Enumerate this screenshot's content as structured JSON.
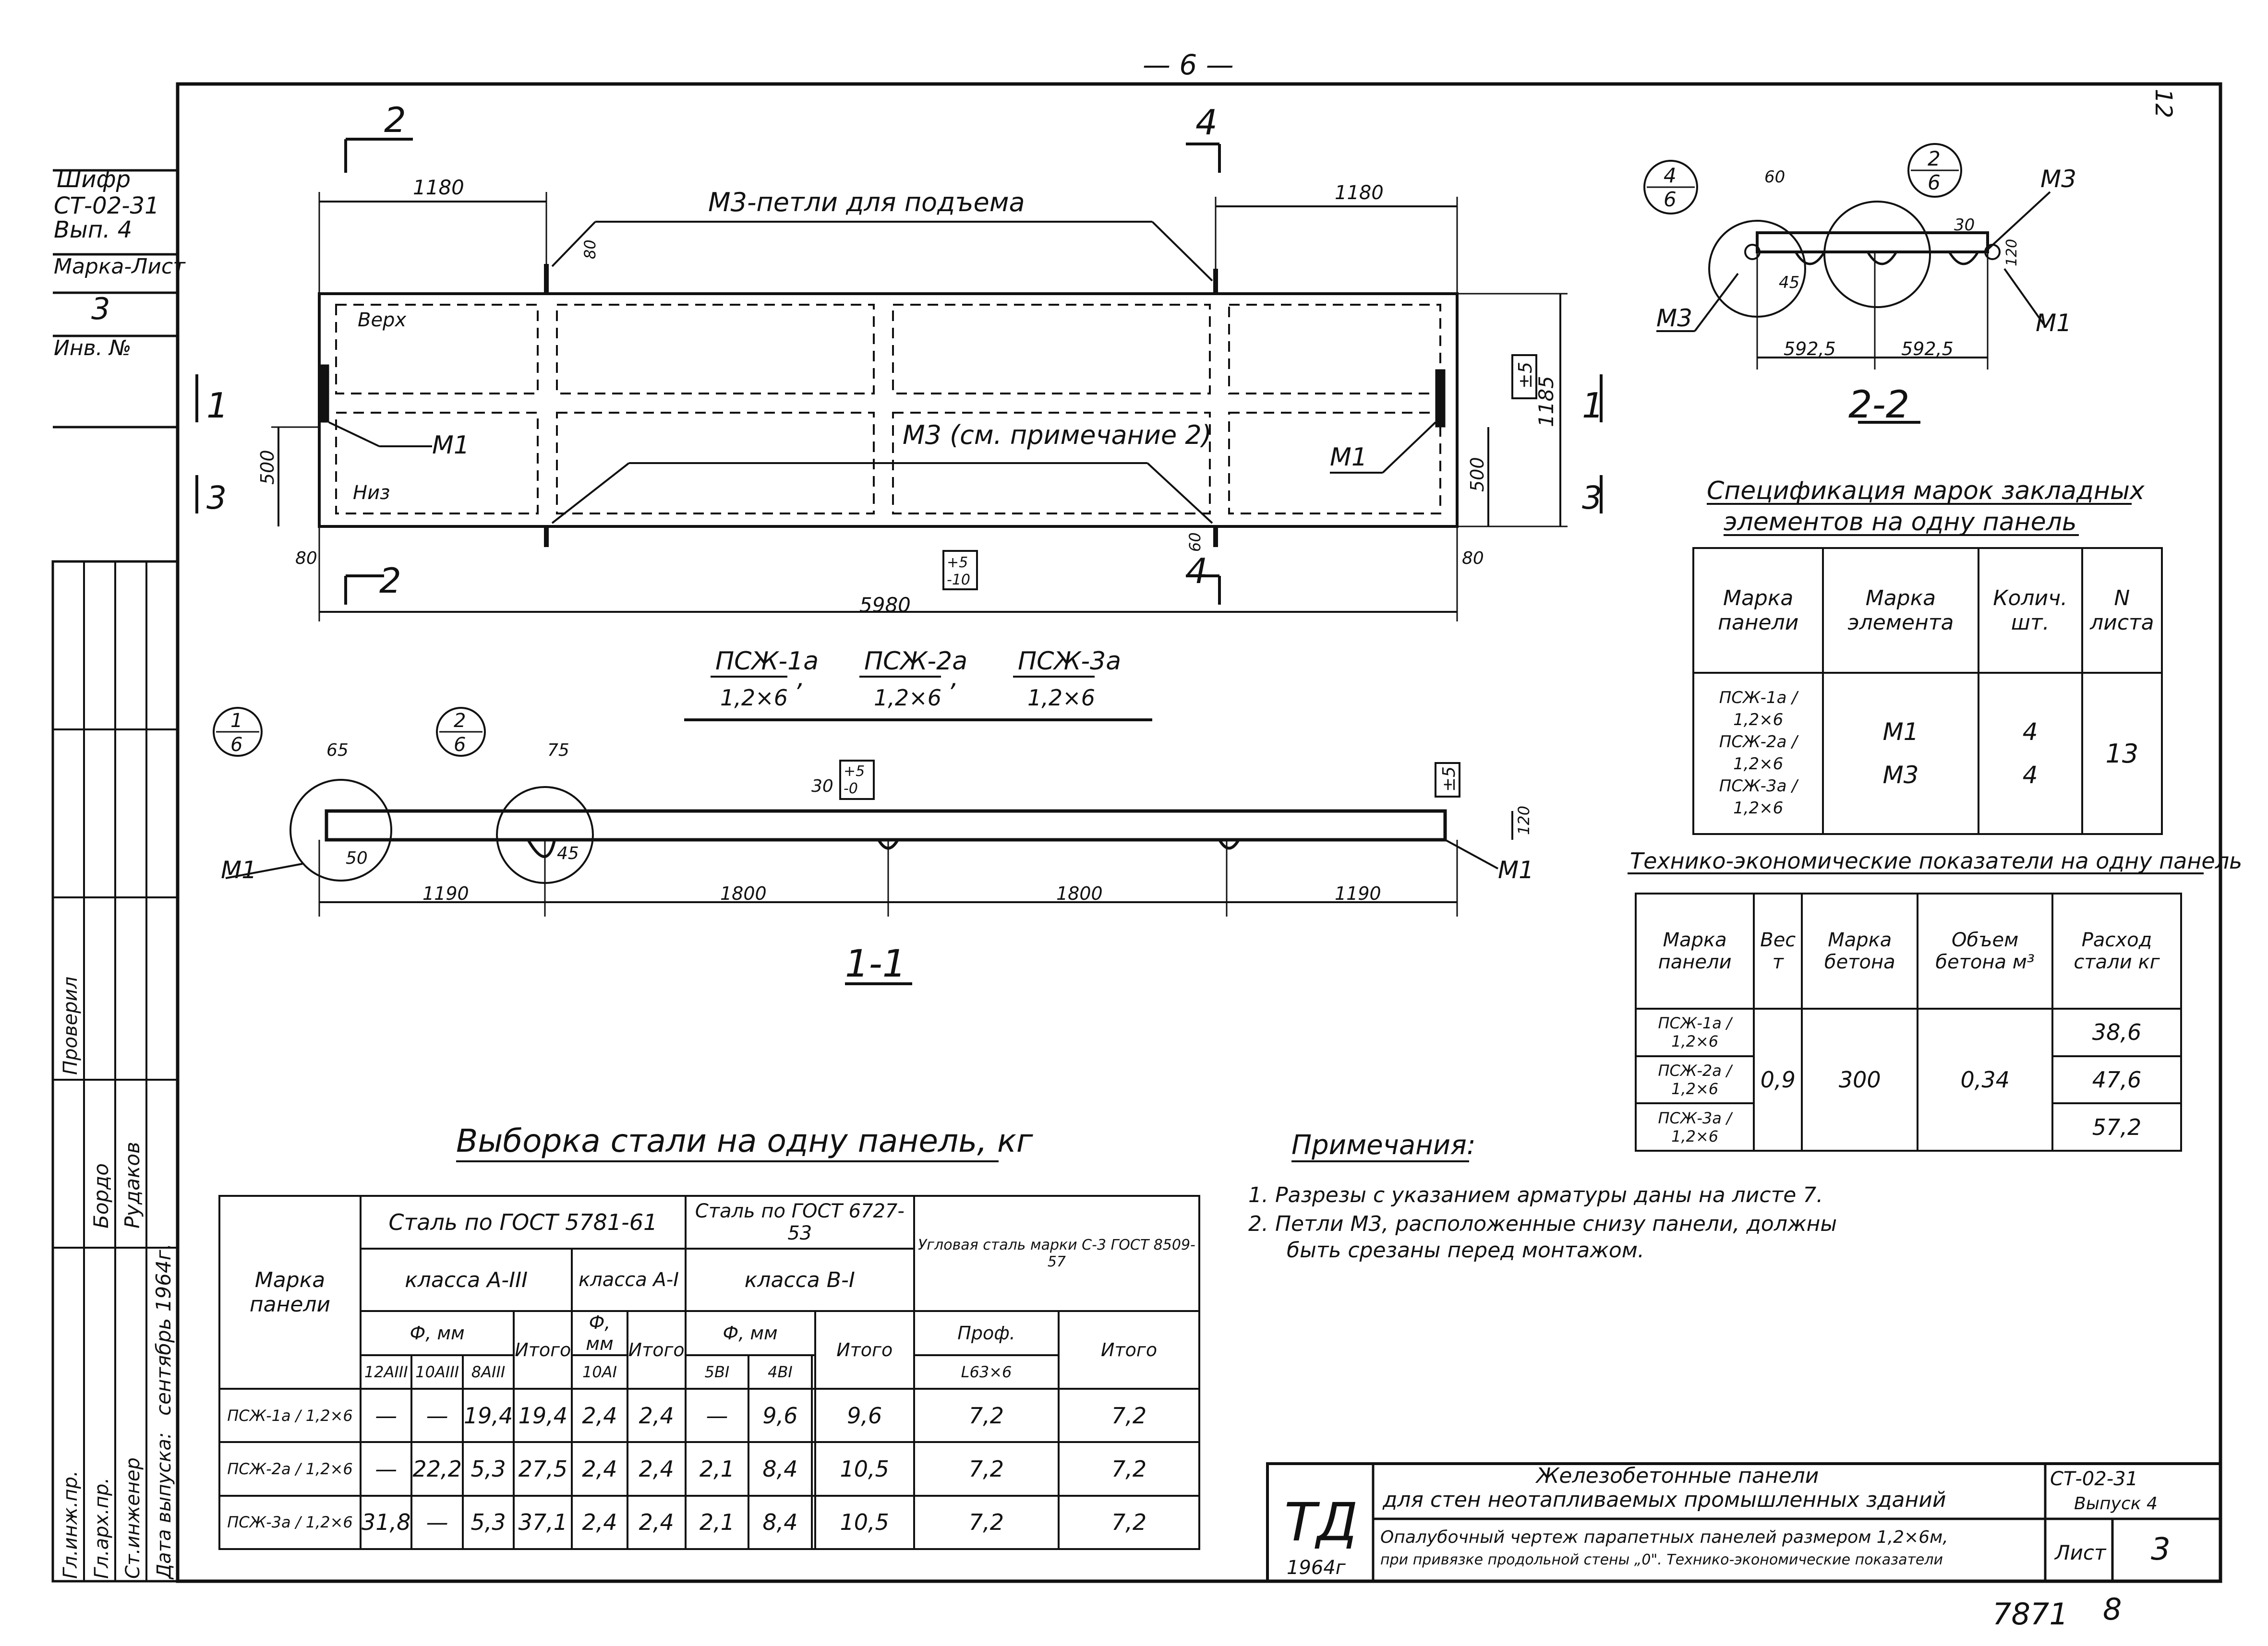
{
  "page_number": "— 6 —",
  "corner_mark": "12",
  "bottom_numbers": {
    "archive": "7871",
    "sheet": "8"
  },
  "stamp": {
    "cipher_label": "Шифр",
    "cipher": "СТ-02-31",
    "issue": "Вып. 4",
    "mark_sheet_label": "Марка-Лист",
    "mark_sheet": "3",
    "inv_label": "Инв. №"
  },
  "signatures": {
    "roles": [
      "Гл.инж.пр.",
      "Гл.арх.пр.",
      "Ст.инженер",
      "Дата выпуска:"
    ],
    "names": [
      "Бордо",
      "Рудаков"
    ],
    "date": "сентябрь 1964г.",
    "checked": "Проверил"
  },
  "top_view": {
    "loops_label": "М3-петли для подъема",
    "note_label": "М3 (см. примечание 2)",
    "top_text": "Верх",
    "bottom_text": "Низ",
    "m1": "М1",
    "dims": {
      "left": "1180",
      "right": "1180",
      "total": "5980",
      "tol_total": "+5\n-10",
      "height": "1185",
      "tol_height": "±5",
      "h500": "500",
      "d80": "80",
      "d60": "60"
    },
    "sections": {
      "s1": "1",
      "s2": "2",
      "s3": "3",
      "s4": "4"
    }
  },
  "title_marks": [
    {
      "num": "ПСЖ-1а",
      "den": "1,2×6"
    },
    {
      "num": "ПСЖ-2а",
      "den": "1,2×6"
    },
    {
      "num": "ПСЖ-3а",
      "den": "1,2×6"
    }
  ],
  "section_11": {
    "label": "1-1",
    "dims": [
      "1190",
      "1800",
      "1800",
      "1190"
    ],
    "d65": "65",
    "d75": "75",
    "d30": "30",
    "d50": "50",
    "d45": "45",
    "d120": "120",
    "tol": "+5\n-0",
    "tol_right": "±5",
    "callout1": {
      "num": "1",
      "den": "6"
    },
    "callout2": {
      "num": "2",
      "den": "6"
    },
    "m1": "М1"
  },
  "section_22": {
    "label": "2-2",
    "callout1": {
      "num": "4",
      "den": "6"
    },
    "callout2": {
      "num": "2",
      "den": "6"
    },
    "m3": "М3",
    "m1": "М1",
    "dims": [
      "592,5",
      "592,5"
    ],
    "d60": "60",
    "d30": "30",
    "d45": "45",
    "d120": "120"
  },
  "spec_table": {
    "title_1": "Спецификация марок закладных",
    "title_2": "элементов на одну панель",
    "headers": [
      "Марка панели",
      "Марка элемента",
      "Колич. шт.",
      "N листа"
    ],
    "panels": [
      "ПСЖ-1а / 1,2×6",
      "ПСЖ-2а / 1,2×6",
      "ПСЖ-3а / 1,2×6"
    ],
    "elements": [
      "М1",
      "М3"
    ],
    "qty": [
      "4",
      "4"
    ],
    "sheet": "13"
  },
  "tech_table": {
    "title": "Технико-экономические показатели на одну панель",
    "headers": [
      "Марка панели",
      "Вес т",
      "Марка бетона",
      "Объем бетона м³",
      "Расход стали кг"
    ],
    "panels": [
      "ПСЖ-1а / 1,2×6",
      "ПСЖ-2а / 1,2×6",
      "ПСЖ-3а / 1,2×6"
    ],
    "weight": "0,9",
    "concrete": "300",
    "volume": "0,34",
    "steel": [
      "38,6",
      "47,6",
      "57,2"
    ]
  },
  "steel_table": {
    "title": "Выборка стали на одну панель, кг",
    "h_gost1": "Сталь по ГОСТ 5781-61",
    "h_gost2": "Сталь по ГОСТ 6727-53",
    "h_gost3": "Угловая сталь марки С-3 ГОСТ 8509-57",
    "h_classA3": "класса А-III",
    "h_classA1": "класса А-I",
    "h_classB1": "класса В-I",
    "h_dia": "Ф, мм",
    "h_total": "Итого",
    "h_prof": "Проф.",
    "h_mark": "Марка панели",
    "sub": [
      "12АIII",
      "10АIII",
      "8АIII",
      "10АI",
      "5ВI",
      "4ВI",
      "L63×6"
    ],
    "rows": [
      {
        "mark": "ПСЖ-1а / 1,2×6",
        "v": [
          "—",
          "—",
          "19,4",
          "19,4",
          "2,4",
          "2,4",
          "—",
          "9,6",
          "9,6",
          "7,2",
          "7,2"
        ]
      },
      {
        "mark": "ПСЖ-2а / 1,2×6",
        "v": [
          "—",
          "22,2",
          "5,3",
          "27,5",
          "2,4",
          "2,4",
          "2,1",
          "8,4",
          "10,5",
          "7,2",
          "7,2"
        ]
      },
      {
        "mark": "ПСЖ-3а / 1,2×6",
        "v": [
          "31,8",
          "—",
          "5,3",
          "37,1",
          "2,4",
          "2,4",
          "2,1",
          "8,4",
          "10,5",
          "7,2",
          "7,2"
        ]
      }
    ]
  },
  "notes": {
    "title": "Примечания:",
    "items": [
      "1. Разрезы с указанием арматуры даны на листе 7.",
      "2. Петли М3, расположенные снизу панели, должны",
      "быть срезаны перед монтажом."
    ]
  },
  "title_block": {
    "logo": "ТД",
    "year": "1964г",
    "title_1": "Железобетонные панели",
    "title_2": "для стен неотапливаемых промышленных зданий",
    "desc_1": "Опалубочный чертеж парапетных панелей размером 1,2×6м,",
    "desc_2": "при привязке продольной стены „0\". Технико-экономические показатели",
    "code": "СТ-02-31",
    "issue": "Выпуск 4",
    "sheet_label": "Лист",
    "sheet": "3"
  }
}
